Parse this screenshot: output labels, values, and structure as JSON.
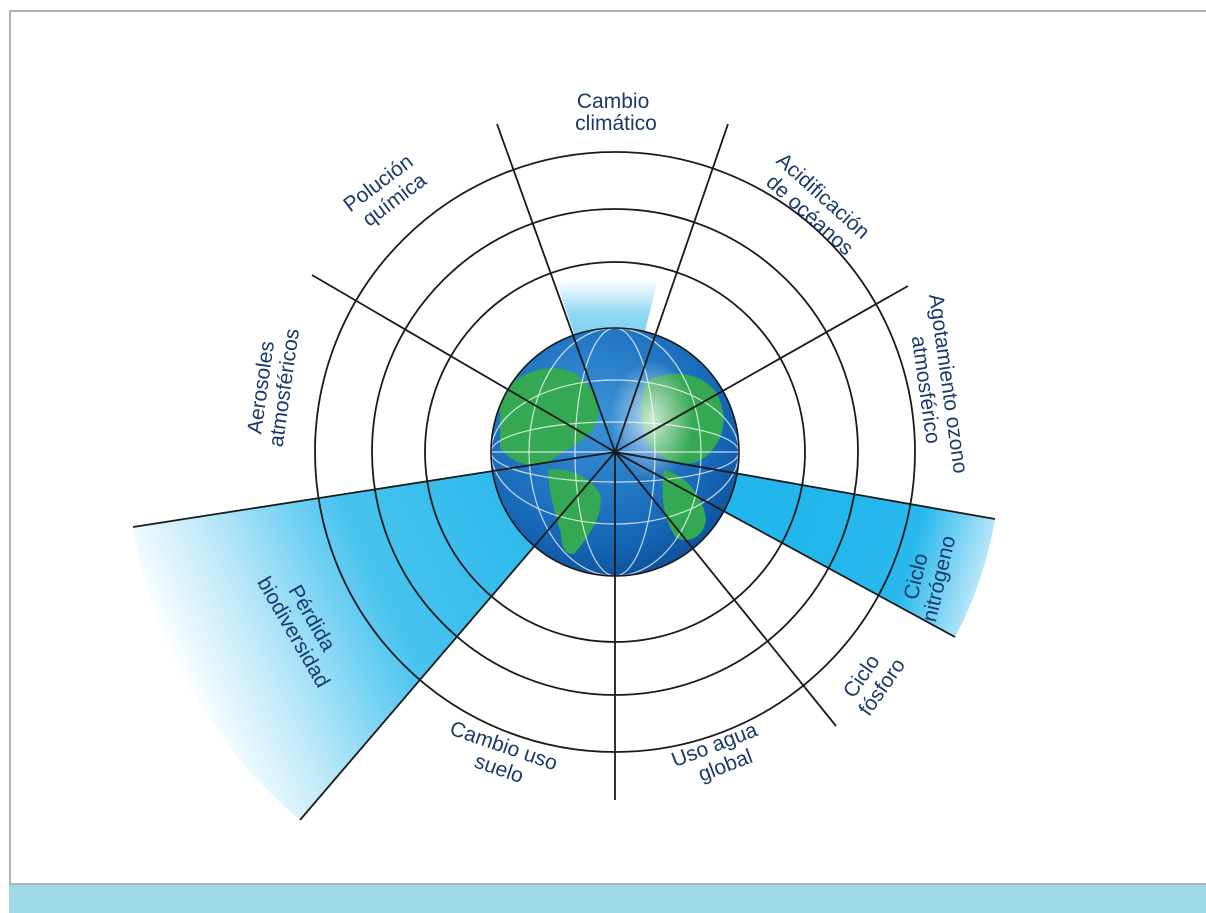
{
  "diagram": {
    "labels": {
      "climate": [
        "Cambio",
        "climático"
      ],
      "ocean": [
        "Acidificación",
        "de océanos"
      ],
      "ozone": [
        "Agotamiento ozono",
        "atmosférico"
      ],
      "nitrogen": [
        "Ciclo",
        "nitrógeno"
      ],
      "phosphorus": [
        "Ciclo",
        "fósforo"
      ],
      "water": [
        "Uso agua",
        "global"
      ],
      "land": [
        "Cambio uso",
        "suelo"
      ],
      "biodiversity": [
        "Pérdida",
        "biodiversidad"
      ],
      "aerosols": [
        "Aerosoles",
        "atmosféricos"
      ],
      "chemical": [
        "Polución",
        "química"
      ]
    },
    "colors": {
      "label_text": "#1b3a6b",
      "wedge_fill": "#1bb4ea",
      "ocean": "#1a6fc0",
      "land": "#34a853",
      "frame": "#a9b3bc",
      "bottom_band": "#9ed9e5"
    },
    "icon": "globe-icon"
  }
}
